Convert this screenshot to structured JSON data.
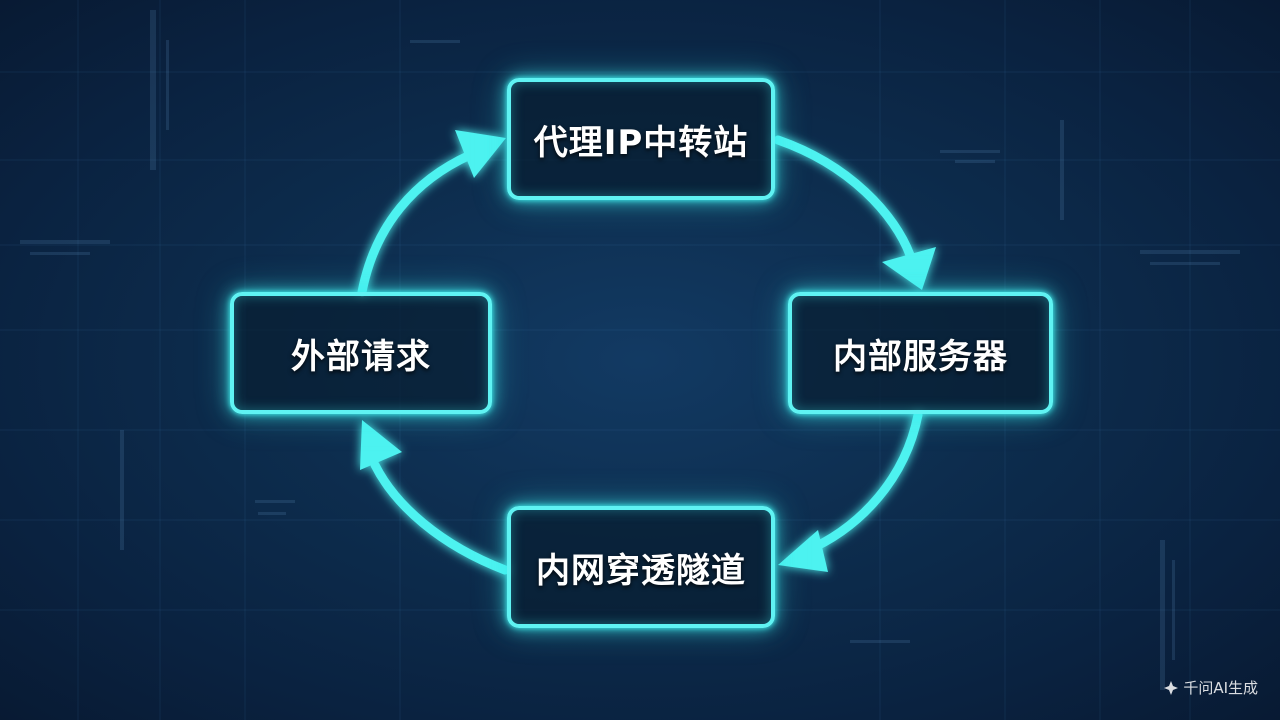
{
  "diagram": {
    "nodes": {
      "top": "代理IP中转站",
      "right": "内部服务器",
      "bottom": "内网穿透隧道",
      "left": "外部请求"
    },
    "flow_direction": "clockwise",
    "colors": {
      "background": "#0b2440",
      "accent": "#5ff3f3",
      "text": "#ffffff"
    }
  },
  "watermark": {
    "text": "千问AI生成",
    "icon": "sparkle-logo-icon"
  }
}
